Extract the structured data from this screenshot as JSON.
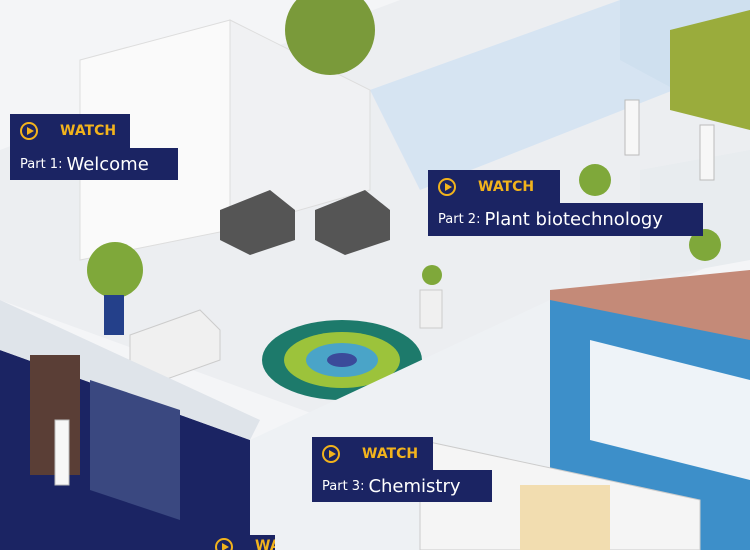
{
  "hotspots": [
    {
      "watch": "WATCH",
      "part": "Part 1:",
      "title": "Welcome"
    },
    {
      "watch": "WATCH",
      "part": "Part 2:",
      "title": "Plant biotechnology"
    },
    {
      "watch": "WATCH",
      "part": "Part 3:",
      "title": "Chemistry"
    },
    {
      "watch": "WATCH"
    }
  ],
  "colors": {
    "navy": "#1b2463",
    "gold": "#f2b31c"
  }
}
